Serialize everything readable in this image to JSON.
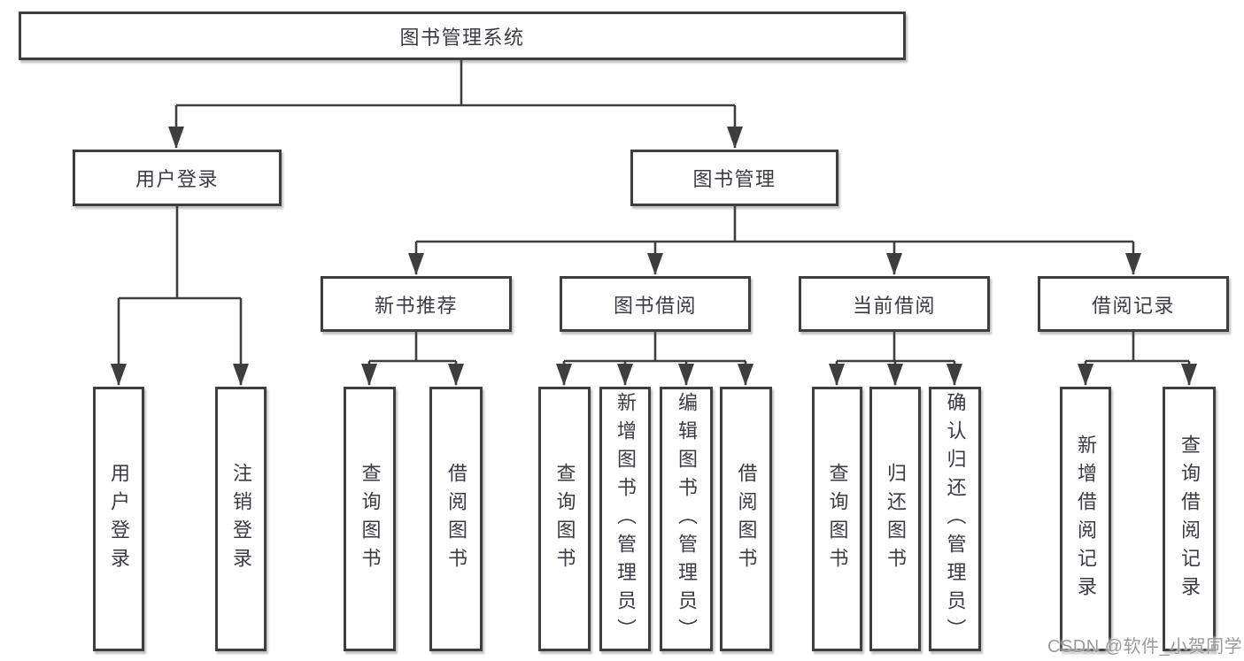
{
  "diagram": {
    "watermark": "CSDN @软件_小贺同学",
    "colors": {
      "line": "#3e3e3e",
      "text": "#3b3b43",
      "box_background": "#ffffff",
      "watermark_text": "#9b9b9b"
    },
    "nodes": {
      "root": {
        "label": "图书管理系统"
      },
      "user_login": {
        "label": "用户登录"
      },
      "book_mgmt": {
        "label": "图书管理"
      },
      "new_book": {
        "label": "新书推荐"
      },
      "book_borrow": {
        "label": "图书借阅"
      },
      "current_borrow": {
        "label": "当前借阅"
      },
      "borrow_records": {
        "label": "借阅记录"
      },
      "leaf_user_login": {
        "label": "用户登录"
      },
      "leaf_logout": {
        "label": "注销登录"
      },
      "leaf_nb_query": {
        "label": "查询图书"
      },
      "leaf_nb_borrow": {
        "label": "借阅图书"
      },
      "leaf_bb_query": {
        "label": "查询图书"
      },
      "leaf_bb_add": {
        "label": "新增图书（管理员）"
      },
      "leaf_bb_edit": {
        "label": "编辑图书（管理员）"
      },
      "leaf_bb_borrow": {
        "label": "借阅图书"
      },
      "leaf_cb_query": {
        "label": "查询图书"
      },
      "leaf_cb_return": {
        "label": "归还图书"
      },
      "leaf_cb_confirm": {
        "label": "确认归还（管理员）"
      },
      "leaf_rec_add": {
        "label": "新增借阅记录"
      },
      "leaf_rec_query": {
        "label": "查询借阅记录"
      }
    },
    "edges_note": "root→(用户登录,图书管理); 用户登录→(用户登录,注销登录); 图书管理→(新书推荐,图书借阅,当前借阅,借阅记录); 新书推荐→(查询图书,借阅图书); 图书借阅→(查询图书,新增图书(管理员),编辑图书(管理员),借阅图书); 当前借阅→(查询图书,归还图书,确认归还(管理员)); 借阅记录→(新增借阅记录,查询借阅记录)"
  }
}
